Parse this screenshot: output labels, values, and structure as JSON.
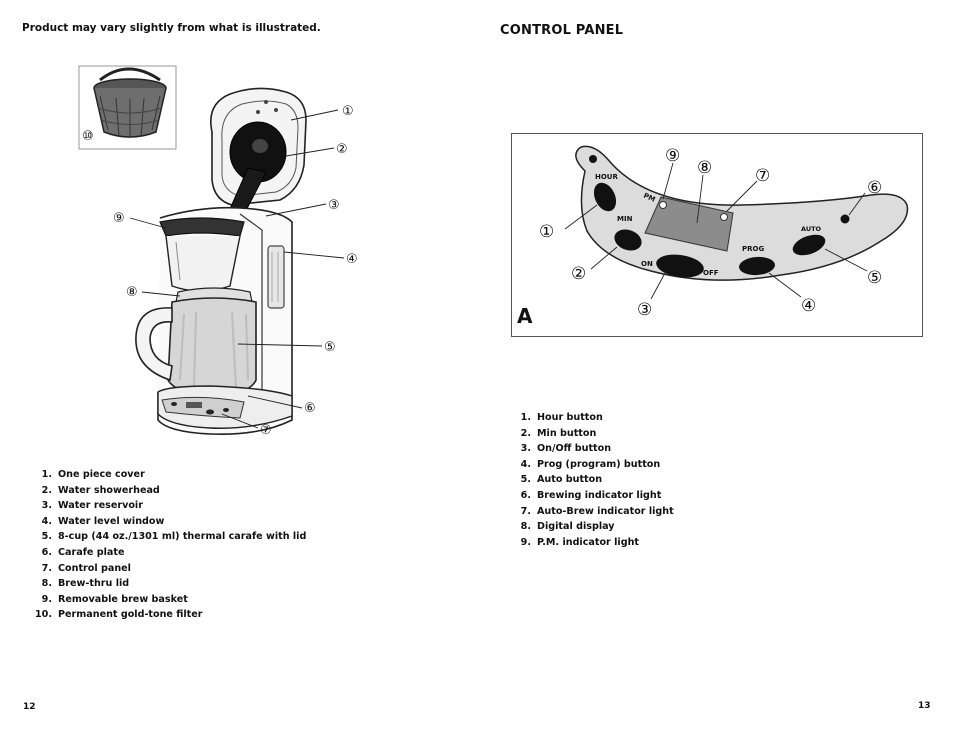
{
  "left_page": {
    "header": "Product may vary slightly from what is illustrated.",
    "page_number": "12",
    "callouts": [
      "①",
      "②",
      "③",
      "④",
      "⑤",
      "⑥",
      "⑦",
      "⑧",
      "⑨",
      "⑩"
    ],
    "parts": [
      {
        "num": "1.",
        "label": "One piece cover"
      },
      {
        "num": "2.",
        "label": "Water showerhead"
      },
      {
        "num": "3.",
        "label": "Water reservoir"
      },
      {
        "num": "4.",
        "label": "Water level window"
      },
      {
        "num": "5.",
        "label": "8-cup (44 oz./1301 ml) thermal carafe with lid"
      },
      {
        "num": "6.",
        "label": "Carafe plate"
      },
      {
        "num": "7.",
        "label": "Control panel"
      },
      {
        "num": "8.",
        "label": "Brew-thru lid"
      },
      {
        "num": "9.",
        "label": "Removable brew basket"
      },
      {
        "num": "10.",
        "label": "Permanent gold-tone filter"
      }
    ]
  },
  "right_page": {
    "header": "CONTROL PANEL",
    "page_number": "13",
    "figure_label": "A",
    "panel_labels": {
      "hour": "HOUR",
      "min": "MIN",
      "pm": "PM",
      "on": "ON",
      "off": "OFF",
      "prog": "PROG",
      "auto": "AUTO"
    },
    "callouts": [
      "①",
      "②",
      "③",
      "④",
      "⑤",
      "⑥",
      "⑦",
      "⑧",
      "⑨"
    ],
    "items": [
      {
        "num": "1.",
        "label": "Hour button"
      },
      {
        "num": "2.",
        "label": "Min button"
      },
      {
        "num": "3.",
        "label": "On/Off button"
      },
      {
        "num": "4.",
        "label": "Prog (program) button"
      },
      {
        "num": "5.",
        "label": "Auto button"
      },
      {
        "num": "6.",
        "label": "Brewing indicator light"
      },
      {
        "num": "7.",
        "label": "Auto-Brew indicator light"
      },
      {
        "num": "8.",
        "label": "Digital display"
      },
      {
        "num": "9.",
        "label": "P.M. indicator light"
      }
    ]
  }
}
